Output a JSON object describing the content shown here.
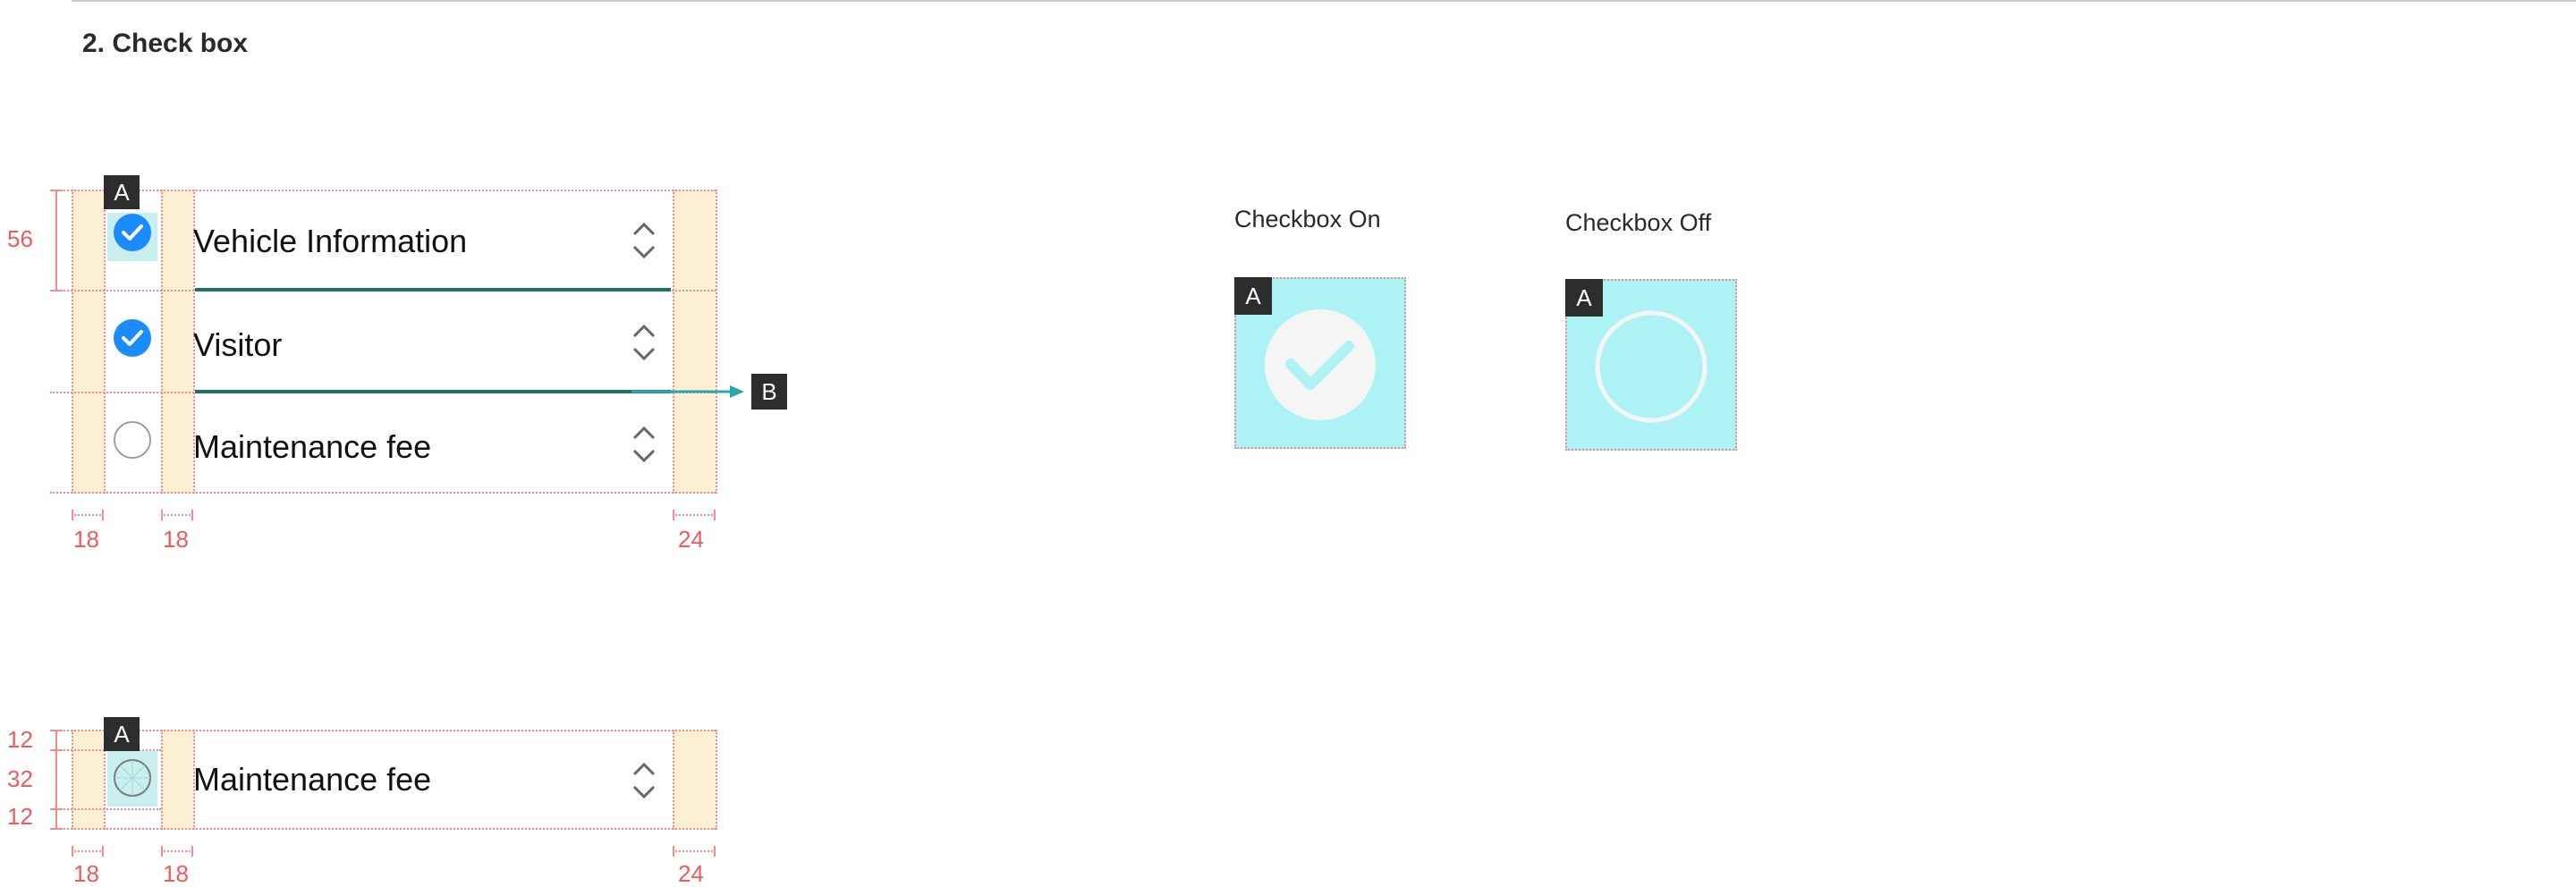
{
  "section": {
    "title": "2. Check box"
  },
  "list_spec": {
    "rows": [
      {
        "label": "Vehicle Information",
        "checked": true
      },
      {
        "label": "Visitor",
        "checked": true
      },
      {
        "label": "Maintenance fee",
        "checked": false
      }
    ],
    "row_height_label": "56",
    "margin_labels": {
      "left": "18",
      "middle": "18",
      "right": "24"
    },
    "tag_a": "A",
    "tag_b": "B"
  },
  "single_spec": {
    "row": {
      "label": "Maintenance fee",
      "checked": false
    },
    "height_labels": {
      "top": "12",
      "middle": "32",
      "bottom": "12"
    },
    "margin_labels": {
      "left": "18",
      "middle": "18",
      "right": "24"
    },
    "tag_a": "A"
  },
  "states": {
    "on": {
      "caption": "Checkbox On",
      "tag": "A"
    },
    "off": {
      "caption": "Checkbox Off",
      "tag": "A"
    }
  },
  "colors": {
    "checkbox_on": "#1a8cff",
    "checkbox_off_border": "#9e9e9e",
    "divider": "#1f6f66",
    "guide_fill": "#fdefd3",
    "guide_line": "#f28b8b",
    "dimension_text": "#f05a5a",
    "state_box_fill": "#adf3f5",
    "arrow": "#2aa6ad"
  },
  "icons": {
    "checked": "check-circle-icon",
    "unchecked": "empty-circle-icon",
    "chevron": "up-down-chevron-icon"
  }
}
